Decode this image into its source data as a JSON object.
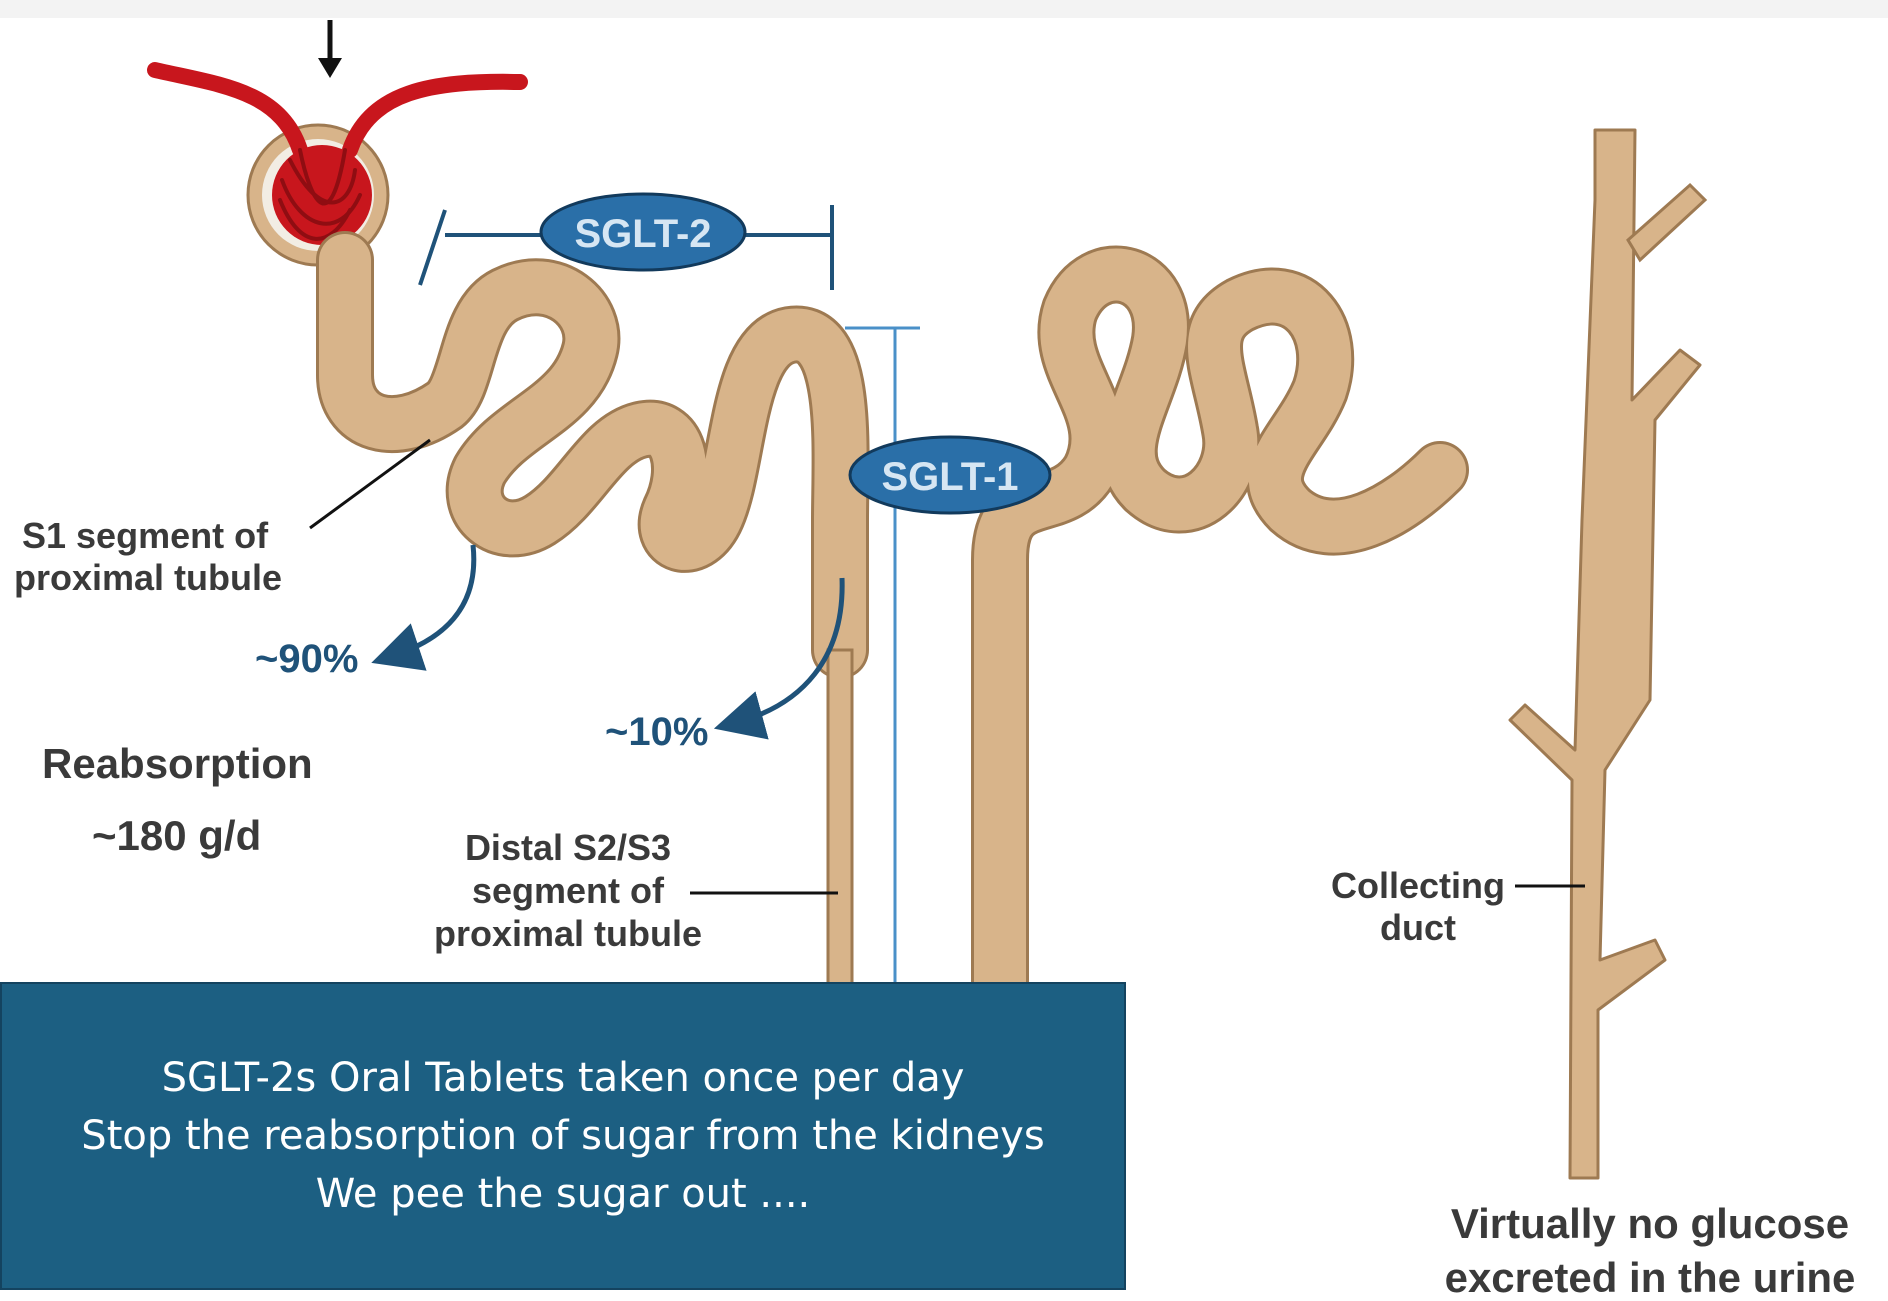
{
  "diagram": {
    "transporters": {
      "sglt2": "SGLT-2",
      "sglt1": "SGLT-1"
    },
    "labels": {
      "s1_line1": "S1 segment of",
      "s1_line2": "proximal tubule",
      "reabsorption": "Reabsorption",
      "reabsorption_amount": "~180 g/d",
      "pct_s1": "~90%",
      "pct_s23": "~10%",
      "s23_line1": "Distal S2/S3",
      "s23_line2": "segment of",
      "s23_line3": "proximal tubule",
      "collecting_line1": "Collecting",
      "collecting_line2": "duct",
      "urine_line1": "Virtually no glucose",
      "urine_line2": "excreted in the urine"
    },
    "colors": {
      "tubule": "#d8b48a",
      "tubule_outline": "#9e7a52",
      "glomerulus": "#c8161d",
      "transporter": "#2a6fa8",
      "arrow": "#1f5279"
    }
  },
  "caption": {
    "line1": "SGLT-2s Oral Tablets taken once per day",
    "line2": "Stop the reabsorption of sugar from the kidneys",
    "line3": "We pee the sugar out ...."
  }
}
